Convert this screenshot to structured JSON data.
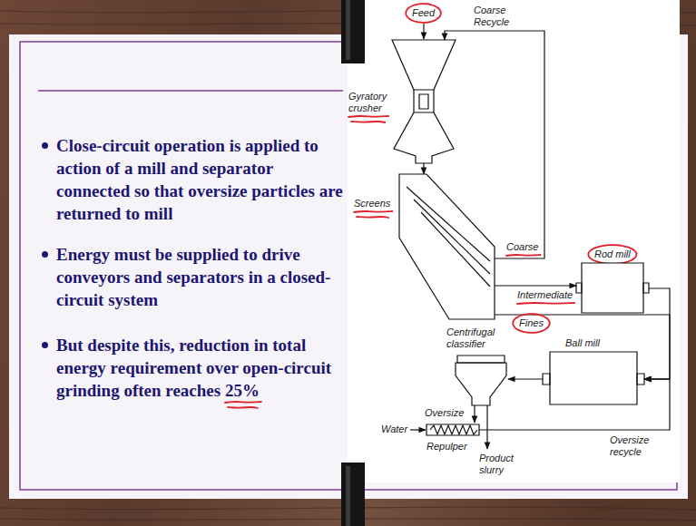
{
  "diagram": {
    "nodes": [
      {
        "text": [
          "Gyratory crusher"
        ]
      },
      {
        "text": [
          "Screens"
        ]
      },
      {
        "text": [
          "Rod mill"
        ]
      },
      {
        "text": [
          "Ball mill"
        ]
      },
      {
        "text": [
          "Centrifugal classifier"
        ]
      },
      {
        "text": [
          "Repulper"
        ]
      }
    ],
    "edges": [
      {
        "from": 0,
        "to": 1,
        "arrow": "to"
      },
      {
        "from": 1,
        "to": 0,
        "label": "Coarse",
        "arrow": "to"
      },
      {
        "from": 1,
        "to": 2,
        "label": "Intermediate",
        "arrow": "to"
      },
      {
        "from": 1,
        "to": 3,
        "label": "Fines",
        "arrow": "to"
      },
      {
        "from": 2,
        "to": 3,
        "arrow": "to"
      },
      {
        "from": 3,
        "to": 4,
        "arrow": "to"
      },
      {
        "from": 4,
        "to": 5,
        "label": "Oversize",
        "arrow": "to"
      },
      {
        "from": 5,
        "to": 3,
        "label": "Oversize recycle",
        "arrow": "to"
      }
    ],
    "labels": [
      "Close-circuit operation is applied to action of a mill and separator connected so that oversize particles are returned to mill",
      "Energy must be supplied to drive conveyors and separators in a closed-circuit system",
      "But despite this, reduction in total energy requirement over open-circuit grinding often reaches 25%",
      "Feed",
      "Coarse Recycle",
      "Water",
      "Product slurry"
    ]
  }
}
